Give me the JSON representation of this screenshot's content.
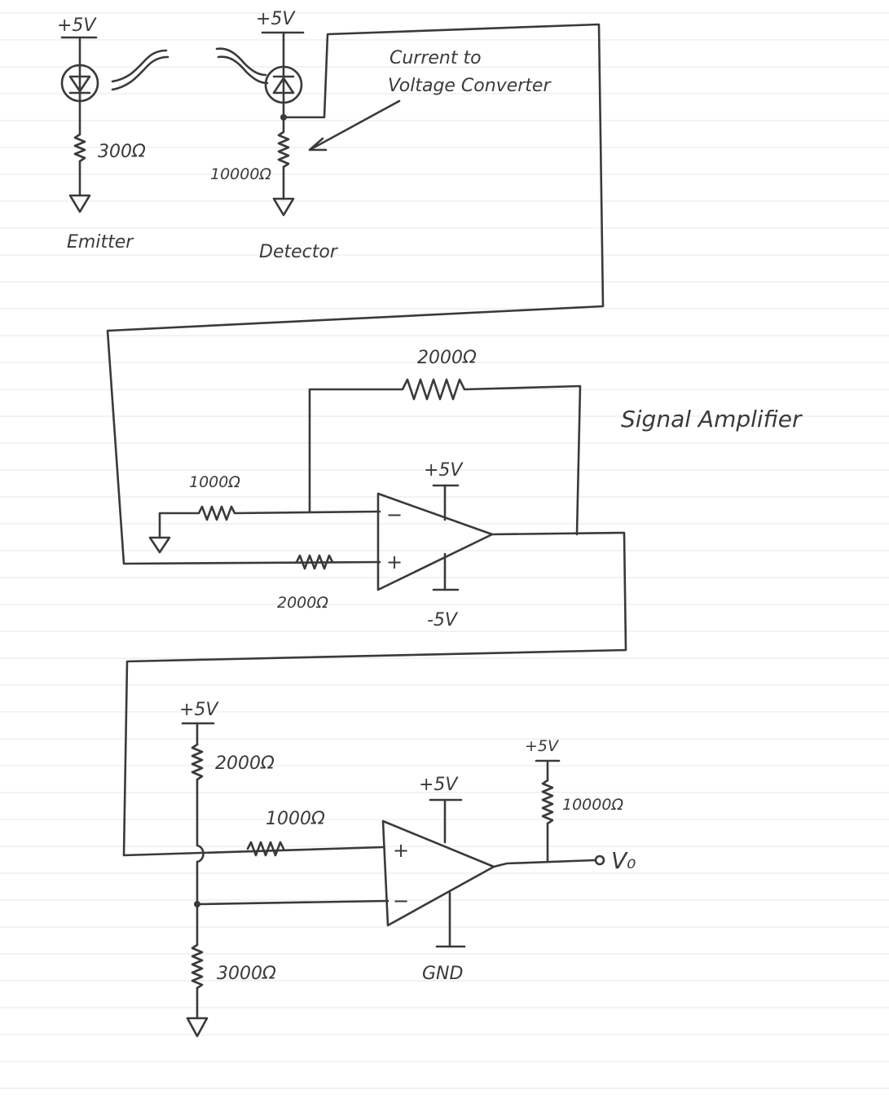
{
  "labels": {
    "emitter_supply": "+5V",
    "emitter_resistor": "300Ω",
    "emitter_caption": "Emitter",
    "detector_supply": "+5V",
    "detector_resistor": "10000Ω",
    "detector_caption": "Detector",
    "converter_note_line1": "Current to",
    "converter_note_line2": "Voltage Converter",
    "amp_feedback_resistor": "2000Ω",
    "amp_title": "Signal Amplifier",
    "amp_input_resistor": "1000Ω",
    "amp_noninv_resistor": "2000Ω",
    "amp_pos_supply": "+5V",
    "amp_neg_supply": "-5V",
    "amp_minus": "−",
    "amp_plus": "+",
    "comp_divider_supply": "+5V",
    "comp_top_resistor": "2000Ω",
    "comp_series_resistor": "1000Ω",
    "comp_bottom_resistor": "3000Ω",
    "comp_pos_supply": "+5V",
    "comp_pullup_supply": "+5V",
    "comp_pullup_resistor": "10000Ω",
    "comp_plus": "+",
    "comp_minus": "−",
    "comp_ground": "GND",
    "output_label": "V₀"
  }
}
